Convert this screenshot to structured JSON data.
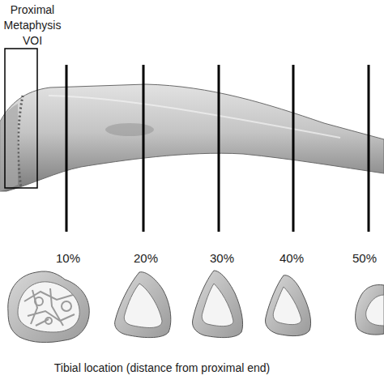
{
  "diagram": {
    "labels": [
      "Proximal Metaphysis VOI",
      "10%",
      "20%",
      "30%",
      "40%",
      "50%",
      "Tibial location (distance from proximal end)"
    ]
  }
}
